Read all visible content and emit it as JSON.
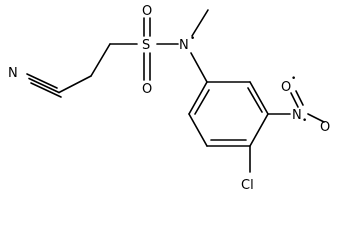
{
  "molecule": {
    "atoms": {
      "nitrile_n": "N",
      "sulfur": "S",
      "sulfonyl_o_top": "O",
      "sulfonyl_o_bottom": "O",
      "sulfonamide_n": "N",
      "nitro_n": "N",
      "nitro_o_top": "O",
      "nitro_o_right": "O",
      "chlorine": "Cl"
    },
    "marks": {
      "sulfonamide_n_radical": "•",
      "nitro_n_radical": "•",
      "nitro_o_radical": "•"
    }
  }
}
